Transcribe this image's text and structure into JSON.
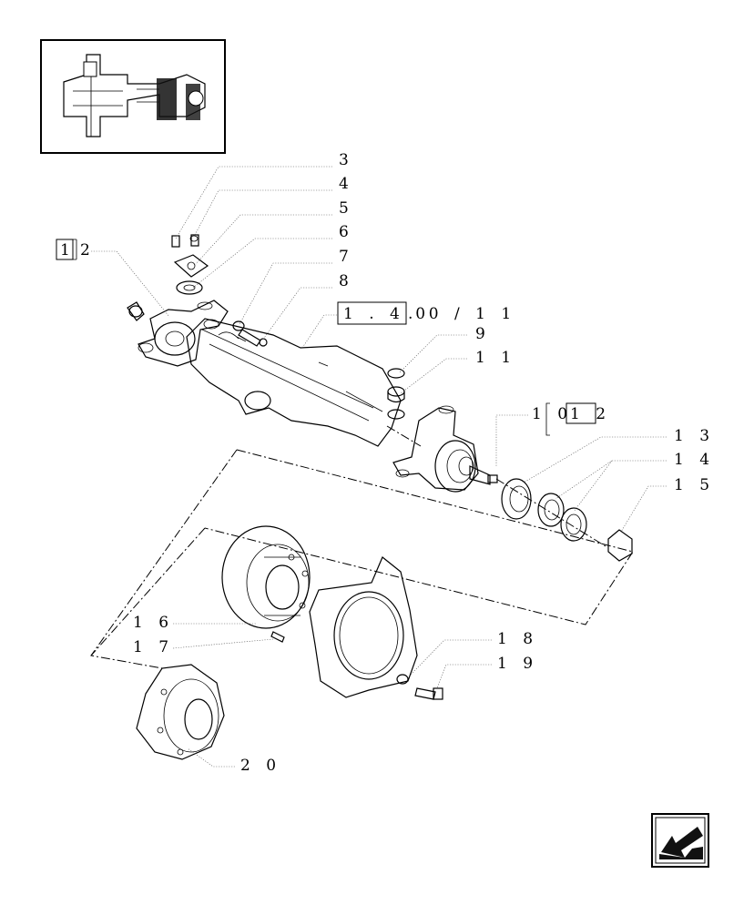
{
  "labels": {
    "l3": "3",
    "l4": "4",
    "l5": "5",
    "l6": "6",
    "l7": "7",
    "l8": "8",
    "l9": "9",
    "l11": "1 1",
    "l13": "1 3",
    "l14": "1 4",
    "l15": "1 5",
    "l16": "1 6",
    "l17": "1 7",
    "l18": "1 8",
    "l19": "1 9",
    "l20": "2 0"
  },
  "refs": {
    "r1_box": "1",
    "r1_text": "2",
    "r10_text": "1 0",
    "r10_box": "1 2",
    "r140_box": "1 . 4 0",
    "r140_text": ". 0 / 1 1"
  },
  "icons": {
    "thumbnail": "axle-thumbnail-icon",
    "nav": "back-arrow-icon"
  }
}
